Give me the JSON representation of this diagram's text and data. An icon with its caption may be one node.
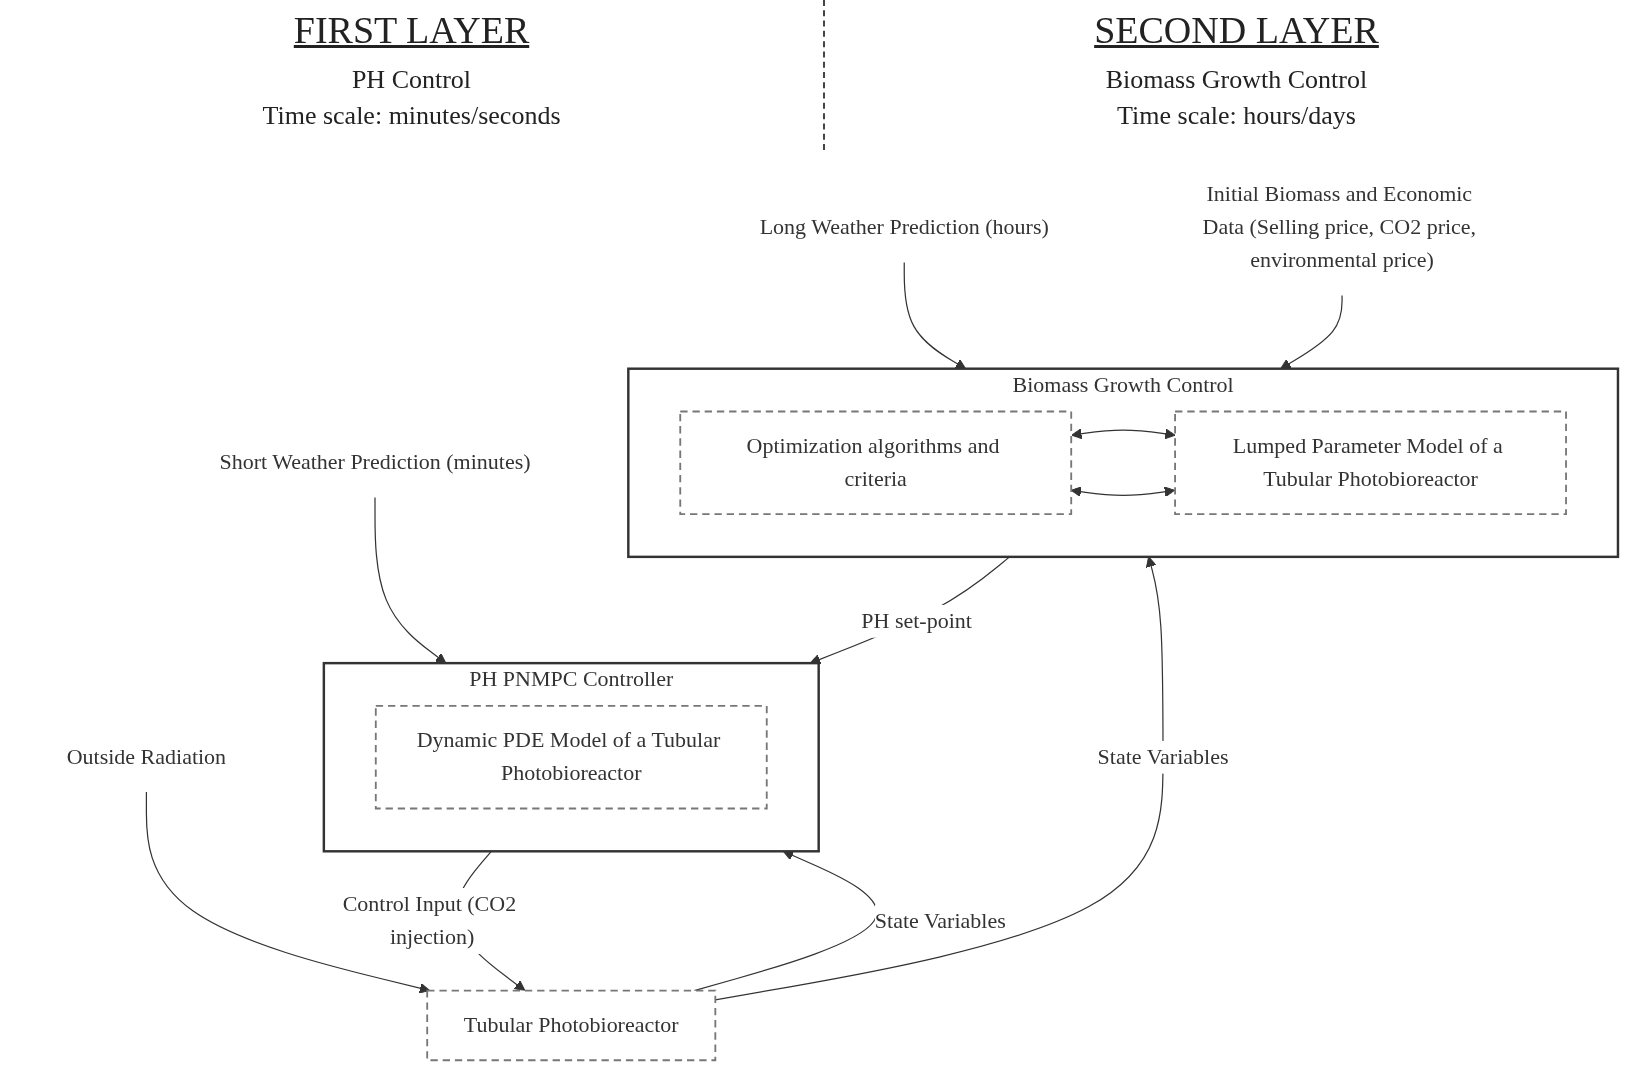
{
  "diagram": {
    "nodes": [
      {
        "text": [
          "Short Weather Prediction (minutes)"
        ]
      },
      {
        "text": [
          "PH PNMPC Controller"
        ]
      },
      {
        "text": [
          "Dynamic PDE Model of a Tubular Photobioreactor"
        ],
        "in": 1
      },
      {
        "text": [
          "Tubular Photobioreactor"
        ]
      },
      {
        "text": [
          "Outside Radiation"
        ]
      },
      {
        "text": [
          "Biomass Growth Control"
        ]
      },
      {
        "text": [
          "Optimization algorithms and criteria"
        ],
        "in": 5
      },
      {
        "text": [
          "Lumped Parameter Model of a Tubular Photobioreactor"
        ],
        "in": 5
      },
      {
        "text": [
          "Long Weather Prediction (hours)"
        ]
      },
      {
        "text": [
          "Initial Biomass and Economic Data (Selling price, CO2 price, environmental price)"
        ]
      }
    ],
    "edges": [
      {
        "from": 0,
        "to": 1,
        "arrow": "to"
      },
      {
        "from": 5,
        "to": 1,
        "label": "PH set-point",
        "arrow": "to"
      },
      {
        "from": 3,
        "to": 1,
        "label": "State Variables",
        "arrow": "to"
      },
      {
        "from": 1,
        "to": 3,
        "label": "Control Input (CO2 injection)",
        "arrow": "to"
      },
      {
        "from": 4,
        "to": 3,
        "arrow": "to"
      },
      {
        "from": 3,
        "to": 5,
        "label": "State Variables",
        "arrow": "to"
      },
      {
        "from": 6,
        "to": 7,
        "arrow": "both"
      },
      {
        "from": 7,
        "to": 6,
        "arrow": "both"
      },
      {
        "from": 8,
        "to": 5,
        "arrow": "to"
      },
      {
        "from": 9,
        "to": 5,
        "arrow": "to"
      }
    ],
    "labels": [
      "FIRST LAYER",
      "PH Control",
      "Time scale: minutes/seconds",
      "SECOND LAYER",
      "Biomass Growth Control",
      "Time scale: hours/days"
    ]
  }
}
